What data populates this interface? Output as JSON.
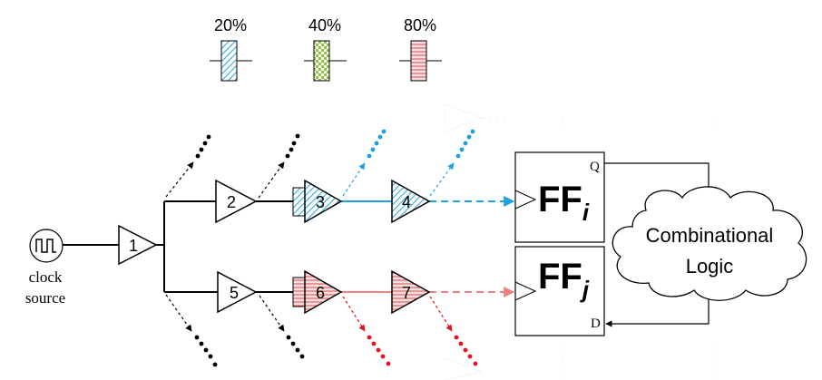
{
  "legend": {
    "items": [
      {
        "label": "20%",
        "pattern": "diagonal-hatch",
        "color": "#4db8e8"
      },
      {
        "label": "40%",
        "pattern": "checker",
        "color": "#8cc63f"
      },
      {
        "label": "80%",
        "pattern": "horizontal-stripes",
        "color": "#e07070"
      }
    ]
  },
  "clock": {
    "line1": "clock",
    "line2": "source"
  },
  "buffers": [
    "1",
    "2",
    "3",
    "4",
    "5",
    "6",
    "7"
  ],
  "flipflops": {
    "ffi": {
      "base": "FF",
      "sub": "i",
      "port": "Q"
    },
    "ffj": {
      "base": "FF",
      "sub": "j",
      "port": "D"
    }
  },
  "logic": {
    "line1": "Combinational",
    "line2": "Logic"
  },
  "colors": {
    "blue": "#1ba1e2",
    "red": "#e8101a",
    "black": "#000000",
    "pink": "#f08080"
  }
}
